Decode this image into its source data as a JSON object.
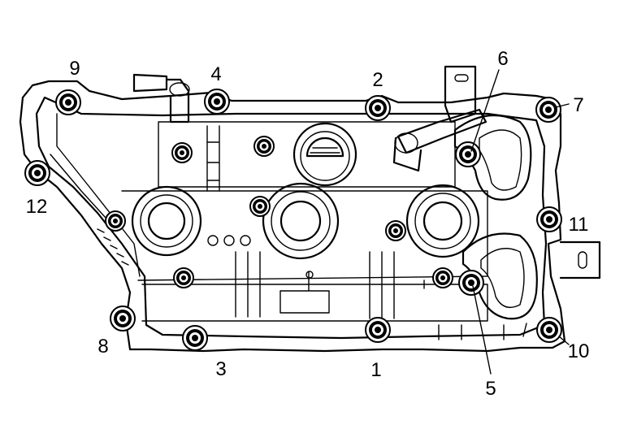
{
  "diagram": {
    "callouts": [
      {
        "id": "1",
        "label": "1"
      },
      {
        "id": "2",
        "label": "2"
      },
      {
        "id": "3",
        "label": "3"
      },
      {
        "id": "4",
        "label": "4"
      },
      {
        "id": "5",
        "label": "5"
      },
      {
        "id": "6",
        "label": "6"
      },
      {
        "id": "7",
        "label": "7"
      },
      {
        "id": "8",
        "label": "8"
      },
      {
        "id": "9",
        "label": "9"
      },
      {
        "id": "10",
        "label": "10"
      },
      {
        "id": "11",
        "label": "11"
      },
      {
        "id": "12",
        "label": "12"
      }
    ]
  }
}
